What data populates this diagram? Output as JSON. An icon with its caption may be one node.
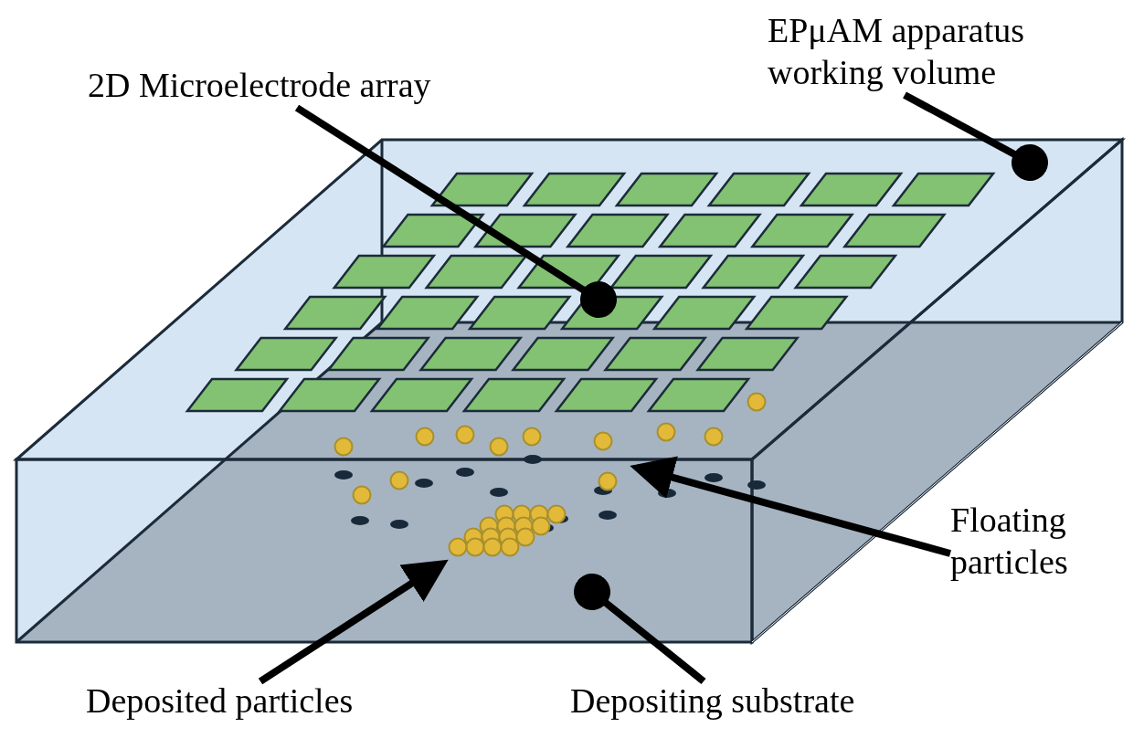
{
  "diagram": {
    "nodes": [
      {
        "text": [
          "2D Microelectrode array"
        ]
      },
      {
        "text": [
          "EPμAM apparatus working volume"
        ]
      },
      {
        "text": [
          "Floating particles"
        ]
      },
      {
        "text": [
          "Deposited particles"
        ]
      },
      {
        "text": [
          "Depositing substrate"
        ]
      }
    ],
    "edges": [
      {
        "from": 0,
        "to": null,
        "arrow": "other"
      },
      {
        "from": 1,
        "to": null,
        "arrow": "other"
      },
      {
        "from": 2,
        "to": null,
        "arrow": "to"
      },
      {
        "from": 3,
        "to": null,
        "arrow": "to"
      },
      {
        "from": 4,
        "to": null,
        "arrow": "other"
      }
    ]
  }
}
